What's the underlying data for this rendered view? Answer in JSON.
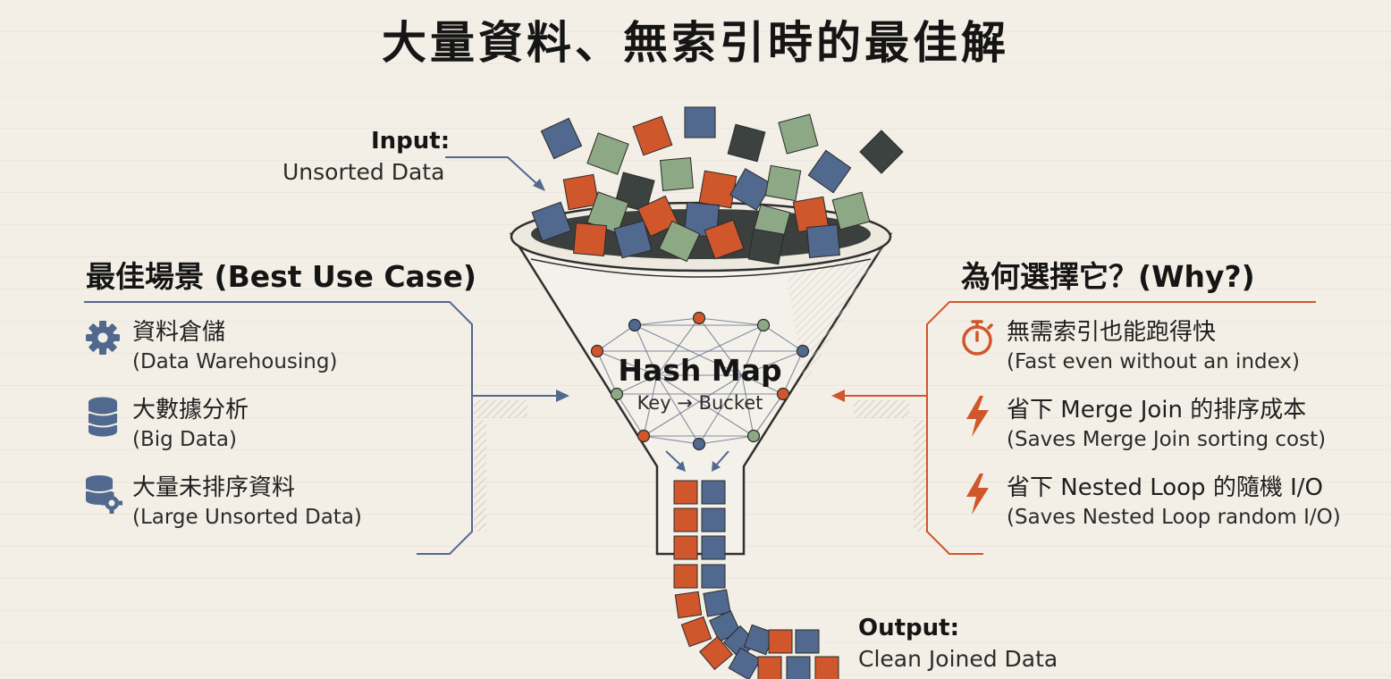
{
  "title": "大量資料、無索引時的最佳解",
  "input": {
    "label": "Input:",
    "desc": "Unsorted Data"
  },
  "output": {
    "label": "Output:",
    "desc": "Clean Joined Data"
  },
  "hashmap": {
    "title": "Hash Map",
    "subtitle": "Key → Bucket"
  },
  "left": {
    "heading": "最佳場景 (Best Use Case)",
    "items": [
      {
        "icon": "gear-icon",
        "zh": "資料倉儲",
        "en": "(Data Warehousing)"
      },
      {
        "icon": "database-icon",
        "zh": "大數據分析",
        "en": "(Big Data)"
      },
      {
        "icon": "database-gear-icon",
        "zh": "大量未排序資料",
        "en": "(Large Unsorted Data)"
      }
    ]
  },
  "right": {
    "heading": "為何選擇它？(Why?)",
    "items": [
      {
        "icon": "stopwatch-icon",
        "zh": "無需索引也能跑得快",
        "en": "(Fast even without an index)"
      },
      {
        "icon": "lightning-icon",
        "zh": "省下 Merge Join 的排序成本",
        "en": "(Saves Merge Join sorting cost)"
      },
      {
        "icon": "lightning-icon",
        "zh": "省下 Nested Loop 的隨機 I/O",
        "en": "(Saves Nested Loop random I/O)"
      }
    ]
  },
  "colors": {
    "blue": "#51688f",
    "green": "#8ca884",
    "orange": "#d0562c",
    "dark": "#3c423f",
    "left_accent": "#51688f",
    "right_accent": "#d0562c"
  }
}
